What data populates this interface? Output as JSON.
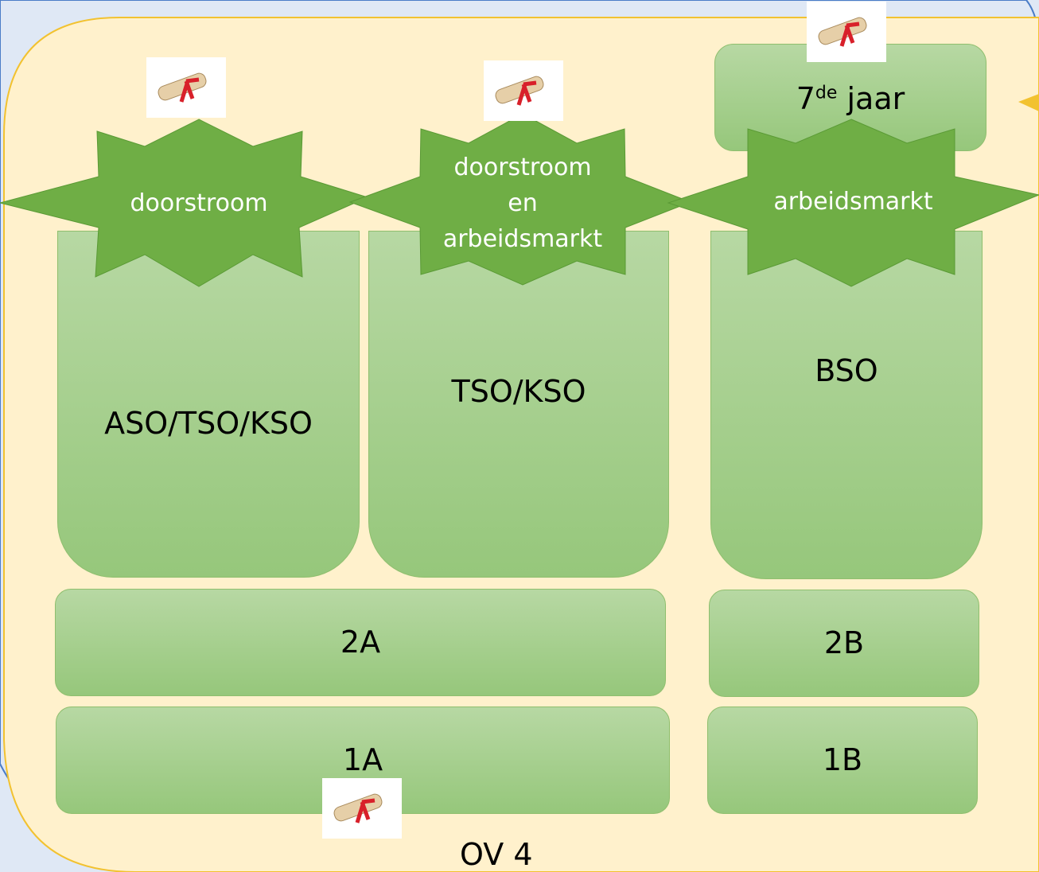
{
  "colors": {
    "outer_bg": "#dfe8f5",
    "panel_fill": "#fff1cc",
    "panel_border": "#f2c230",
    "box_fill_top": "#b7d8a3",
    "box_fill_bottom": "#96c77b",
    "star_fill": "#6fae45",
    "diploma_ribbon": "#d8202a"
  },
  "diagram": {
    "columns": {
      "left": "ASO/TSO/KSO",
      "middle": "TSO/KSO",
      "right": "BSO"
    },
    "seventh_year": {
      "number": "7",
      "sup": "de",
      "word": "jaar"
    },
    "stars": {
      "left": [
        "doorstroom"
      ],
      "middle": [
        "doorstroom",
        "en",
        "arbeidsmarkt"
      ],
      "right": [
        "arbeidsmarkt"
      ]
    },
    "grades": {
      "g2a": "2A",
      "g2b": "2B",
      "g1a": "1A",
      "g1b": "1B"
    },
    "footer": "OV 4",
    "icons": [
      "diploma-icon",
      "diploma-icon",
      "diploma-icon",
      "diploma-icon"
    ]
  }
}
